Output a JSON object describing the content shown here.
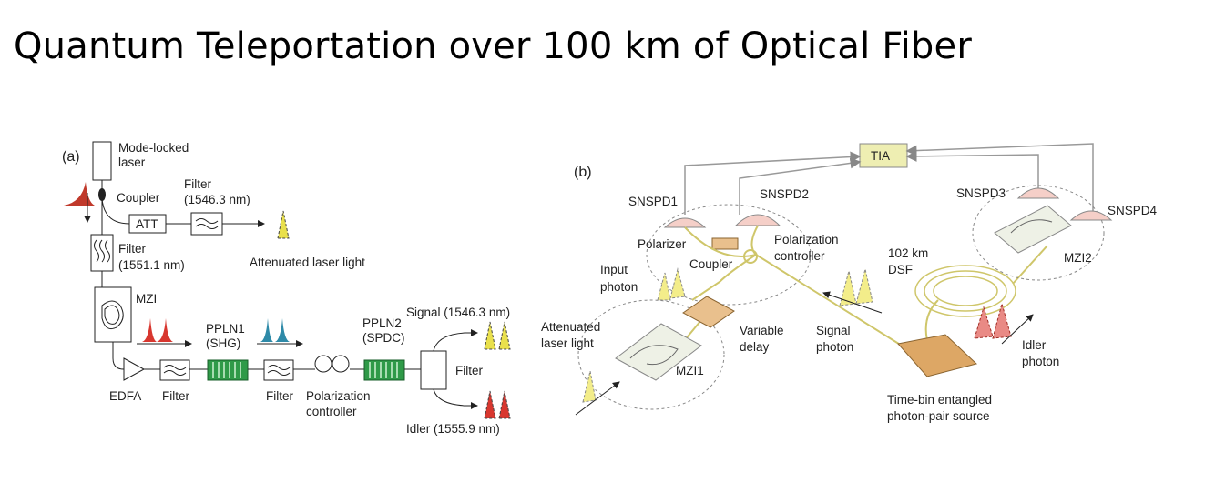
{
  "slide": {
    "title": "Quantum Teleportation over 100 km of Optical Fiber"
  },
  "panel_a": {
    "label": "(a)",
    "laser": [
      "Mode-locked",
      "laser"
    ],
    "coupler": "Coupler",
    "att": "ATT",
    "filter_top": [
      "Filter",
      "(1546.3 nm)"
    ],
    "attenuated_light": "Attenuated laser light",
    "filter_left": [
      "Filter",
      "(1551.1 nm)"
    ],
    "mzi": "MZI",
    "pplno1": [
      "PPLN1",
      "(SHG)"
    ],
    "pplno2": [
      "PPLN2",
      "(SPDC)"
    ],
    "signal": "Signal (1546.3 nm)",
    "idler": "Idler (1555.9 nm)",
    "filter_box": "Filter",
    "edfa": "EDFA",
    "filter_bottom1": "Filter",
    "filter_bottom2": "Filter",
    "pol_controller": [
      "Polarization",
      "controller"
    ]
  },
  "panel_b": {
    "label": "(b)",
    "tia": "TIA",
    "snspd1": "SNSPD1",
    "snspd2": "SNSPD2",
    "snspd3": "SNSPD3",
    "snspd4": "SNSPD4",
    "polarizer": "Polarizer",
    "coupler": "Coupler",
    "pol_controller": [
      "Polarization",
      "controller"
    ],
    "fiber": [
      "102 km",
      "DSF"
    ],
    "mzi2": "MZI2",
    "mzi1": "MZI1",
    "input_photon": [
      "Input",
      "photon"
    ],
    "attenuated_light": [
      "Attenuated",
      "laser light"
    ],
    "variable_delay": [
      "Variable",
      "delay"
    ],
    "signal_photon": [
      "Signal",
      "photon"
    ],
    "idler_photon": [
      "Idler",
      "photon"
    ],
    "source": [
      "Time-bin entangled",
      "photon-pair source"
    ]
  },
  "colors": {
    "fiber_yellow": "#cfc66a",
    "signal_yellow": "#e9e04c",
    "idler_red": "#d8372f",
    "laser_red": "#c0392b",
    "shg_teal": "#2e8aa8",
    "ppln_green": "#2f9a48",
    "tia_fill": "#eeeeb2",
    "snspd_fill": "#f5cfc8",
    "delay_fill": "#e9c08d",
    "source_fill": "#dda765"
  }
}
